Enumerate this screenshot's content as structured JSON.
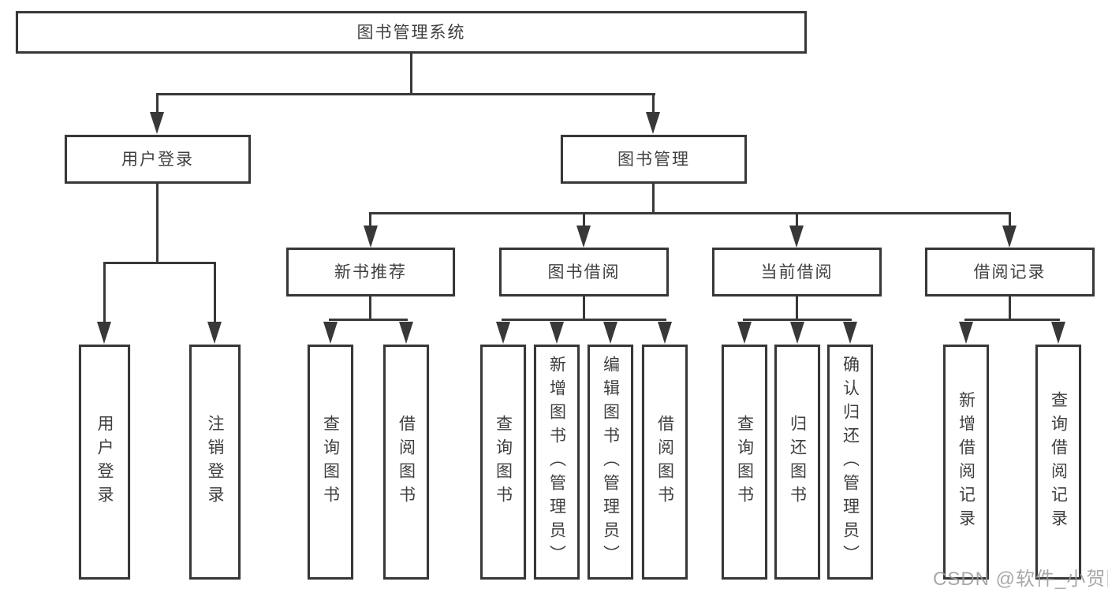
{
  "tree": {
    "root": {
      "label": "图书管理系统"
    },
    "branches": [
      {
        "label": "用户登录",
        "children": [
          {
            "label": "用户登录"
          },
          {
            "label": "注销登录"
          }
        ]
      },
      {
        "label": "图书管理",
        "children": [
          {
            "label": "新书推荐",
            "children": [
              {
                "label": "查询图书"
              },
              {
                "label": "借阅图书"
              }
            ]
          },
          {
            "label": "图书借阅",
            "children": [
              {
                "label": "查询图书"
              },
              {
                "label": "新增图书（管理员）"
              },
              {
                "label": "编辑图书（管理员）"
              },
              {
                "label": "借阅图书"
              }
            ]
          },
          {
            "label": "当前借阅",
            "children": [
              {
                "label": "查询图书"
              },
              {
                "label": "归还图书"
              },
              {
                "label": "确认归还（管理员）"
              }
            ]
          },
          {
            "label": "借阅记录",
            "children": [
              {
                "label": "新增借阅记录"
              },
              {
                "label": "查询借阅记录"
              }
            ]
          }
        ]
      }
    ]
  },
  "watermark": {
    "text": "CSDN @软件_小贺同学"
  },
  "colors": {
    "line": "#383838",
    "text": "#3f3f3f",
    "background": "#ffffff",
    "watermark": "#9a9a9a"
  }
}
